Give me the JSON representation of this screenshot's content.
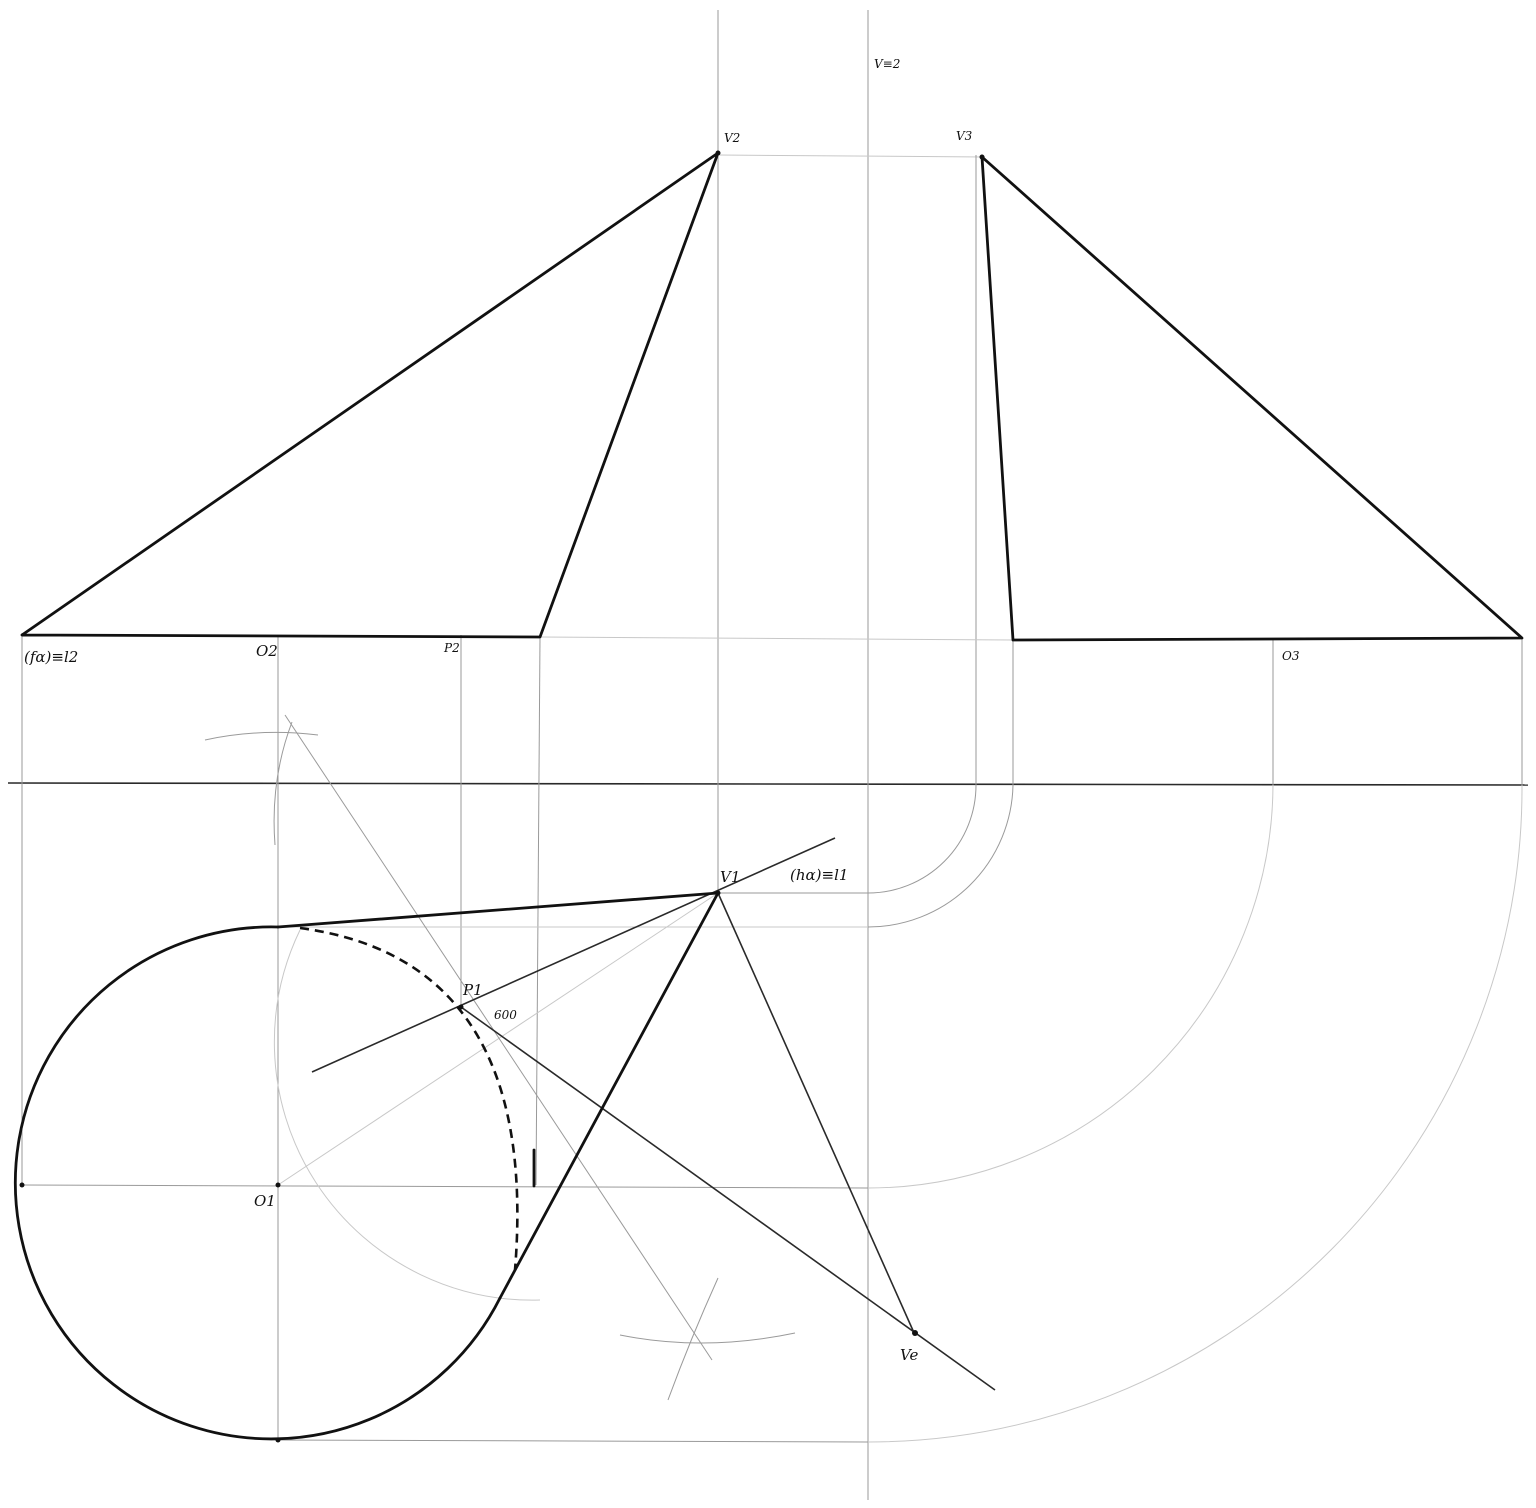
{
  "labels": {
    "v_equiv_2": "V≡2",
    "v2": "V2",
    "v3": "V3",
    "f_alpha_l2": "(fα)≡l2",
    "o2": "O2",
    "p2": "P2",
    "o3": "O3",
    "v1": "V1",
    "h_alpha_l1": "(hα)≡l1",
    "p1": "P1",
    "angle_600": "600",
    "o1": "O1",
    "ve": "Ve"
  },
  "colors": {
    "ink": "#111111",
    "construction": "#9a9a9a",
    "faint_construction": "#c8c8c8",
    "paper": "#ffffff"
  }
}
